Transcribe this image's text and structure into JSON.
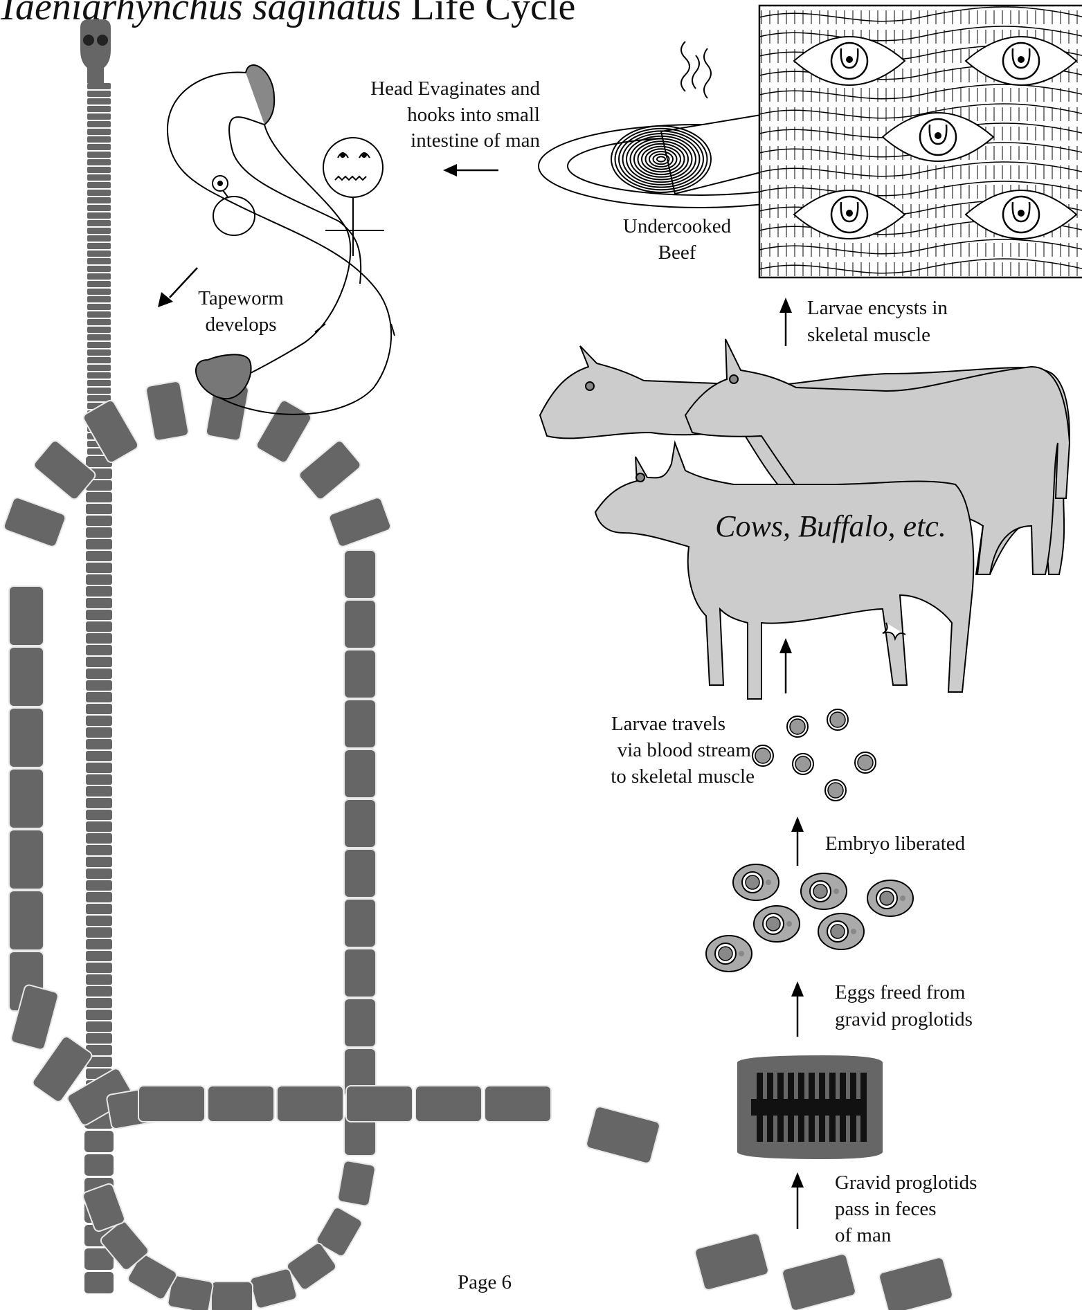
{
  "title": {
    "italic": "Taeniarhynchus saginatus",
    "plain": " Life Cycle"
  },
  "labels": {
    "head_evaginates": [
      "Head Evaginates and",
      "hooks into small",
      "intestine of man"
    ],
    "undercooked_beef": [
      "Undercooked",
      "Beef"
    ],
    "tapeworm_develops": [
      "Tapeworm",
      "develops"
    ],
    "larvae_encysts": [
      "Larvae encysts in",
      "skeletal muscle"
    ],
    "cows": "Cows, Buffalo, etc.",
    "larvae_travels": [
      "Larvae travels",
      "via blood stream",
      "to skeletal muscle"
    ],
    "embryo_liberated": "Embryo liberated",
    "eggs_freed": [
      "Eggs freed from",
      "gravid proglotids"
    ],
    "gravid_pass": [
      "Gravid proglotids",
      "pass in feces",
      "of man"
    ]
  },
  "footer": {
    "page": "Page 6"
  },
  "colors": {
    "segment": "#666666",
    "cow_fill": "#cccccc",
    "egg_fill": "#aaaaaa",
    "outline": "#000000"
  }
}
